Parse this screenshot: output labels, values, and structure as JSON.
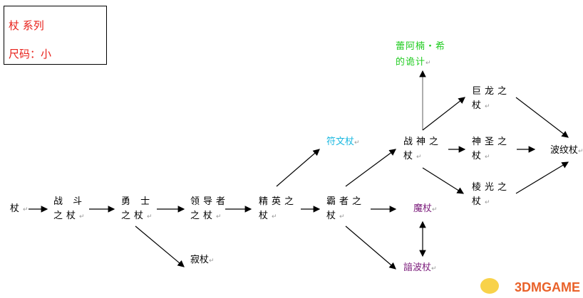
{
  "legend": {
    "series": "杖 系列",
    "size": "尺码：小"
  },
  "nodes": {
    "staff": [
      "杖"
    ],
    "battle": [
      "战 斗",
      "之杖"
    ],
    "brave": [
      "勇 士",
      "之杖"
    ],
    "leader": [
      "领导者",
      "之杖"
    ],
    "silent": [
      "寂杖"
    ],
    "elite": [
      "精英之",
      "杖"
    ],
    "rune": [
      "符文杖"
    ],
    "overlord": [
      "霸者之",
      "杖"
    ],
    "wargod": [
      "战神之",
      "杖"
    ],
    "trick": [
      "蕾阿楠・希",
      "的诡计"
    ],
    "dragon": [
      "巨龙之",
      "杖"
    ],
    "holy": [
      "神圣之",
      "杖"
    ],
    "prism": [
      "棱光之",
      "杖"
    ],
    "ripple": [
      "波纹杖"
    ],
    "magic": [
      "魔杖"
    ],
    "dark": [
      "諳波杖"
    ]
  },
  "colors": {
    "legend": "#e8201a",
    "rune": "#19b8e0",
    "trick": "#22cc22",
    "magic": "#7a1a7a"
  },
  "watermark": "3DMGAME"
}
